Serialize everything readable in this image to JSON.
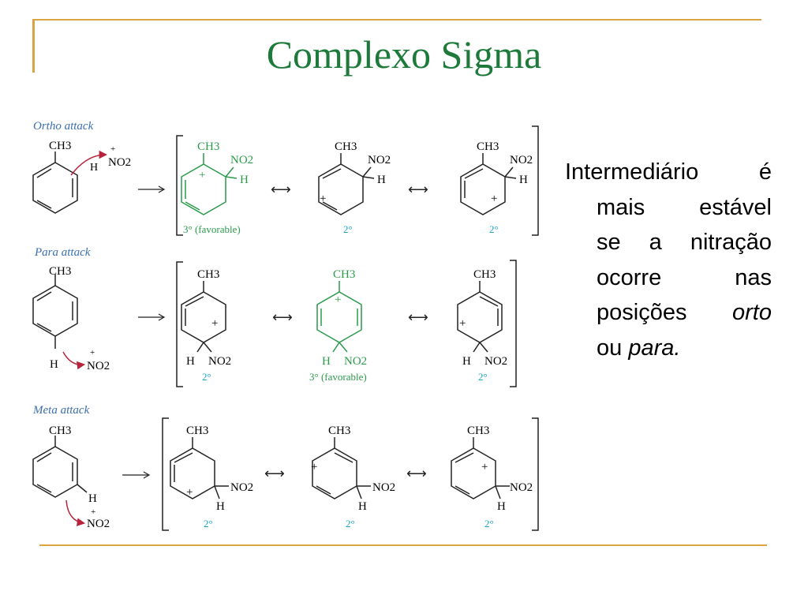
{
  "title": "Complexo Sigma",
  "colors": {
    "title": "#1d7a3a",
    "accent_line": "#d9a441",
    "label_blue": "#3a6fb0",
    "favorable_green": "#2a9a4a",
    "arrow_red": "#b8233c",
    "degree_cyan": "#1ba3c6"
  },
  "sections": [
    {
      "label": "Ortho attack",
      "reagent": {
        "plus": "+",
        "no2": "NO2",
        "h": "H",
        "ch3": "CH3"
      },
      "structures": [
        {
          "ch3": "CH3",
          "no2": "NO2",
          "h": "H",
          "plus": "+",
          "caption": "3° (favorable)"
        },
        {
          "ch3": "CH3",
          "no2": "NO2",
          "h": "H",
          "plus": "+",
          "caption": "2°"
        },
        {
          "ch3": "CH3",
          "no2": "NO2",
          "h": "H",
          "plus": "+",
          "caption": "2°"
        }
      ]
    },
    {
      "label": "Para attack",
      "reagent": {
        "plus": "+",
        "no2": "NO2",
        "h": "H",
        "ch3": "CH3"
      },
      "structures": [
        {
          "ch3": "CH3",
          "no2": "NO2",
          "h": "H",
          "plus": "+",
          "caption": "2°"
        },
        {
          "ch3": "CH3",
          "no2": "NO2",
          "h": "H",
          "plus": "+",
          "caption": "3° (favorable)"
        },
        {
          "ch3": "CH3",
          "no2": "NO2",
          "h": "H",
          "plus": "+",
          "caption": "2°"
        }
      ]
    },
    {
      "label": "Meta attack",
      "reagent": {
        "plus": "+",
        "no2": "NO2",
        "h": "H",
        "ch3": "CH3"
      },
      "structures": [
        {
          "ch3": "CH3",
          "no2": "NO2",
          "h": "H",
          "plus": "+",
          "caption": "2°"
        },
        {
          "ch3": "CH3",
          "no2": "NO2",
          "h": "H",
          "plus": "+",
          "caption": "2°"
        },
        {
          "ch3": "CH3",
          "no2": "NO2",
          "h": "H",
          "plus": "+",
          "caption": "2°"
        }
      ]
    }
  ],
  "side_text": {
    "w1": "Intermediário",
    "w2": "é",
    "w3": "mais",
    "w4": "estável",
    "w5": "se",
    "w6": "a",
    "w7": "nitração",
    "w8": "ocorre",
    "w9": "nas",
    "w10": "posições",
    "w11": "orto",
    "w12": "ou",
    "w13": "para."
  }
}
